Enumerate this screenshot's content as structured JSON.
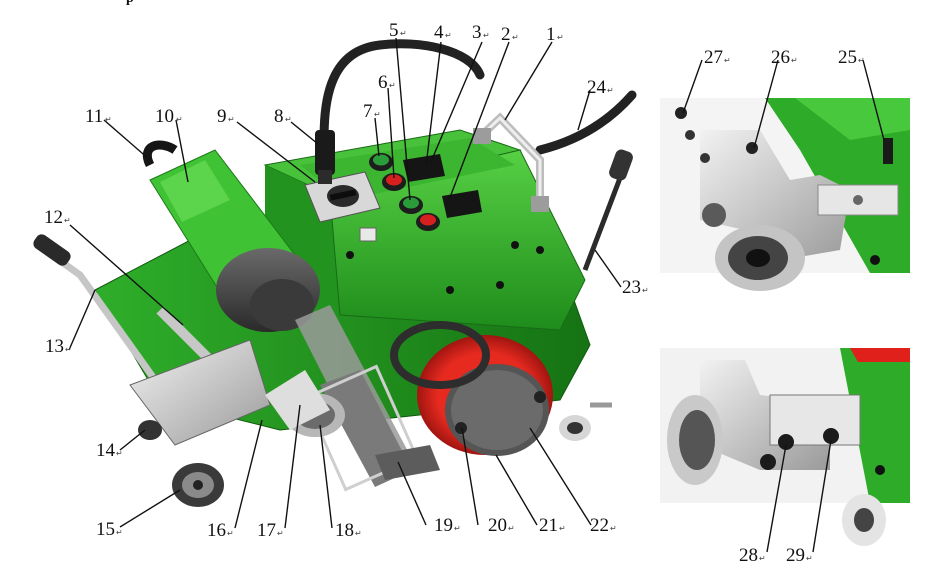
{
  "header": {
    "fragment": "p"
  },
  "callouts": {
    "c1": "1",
    "c2": "2",
    "c3": "3",
    "c4": "4",
    "c5": "5",
    "c6": "6",
    "c7": "7",
    "c8": "8",
    "c9": "9",
    "c10": "10",
    "c11": "11",
    "c12": "12",
    "c13": "13",
    "c14": "14",
    "c15": "15",
    "c16": "16",
    "c17": "17",
    "c18": "18",
    "c19": "19",
    "c20": "20",
    "c21": "21",
    "c22": "22",
    "c23": "23",
    "c24": "24",
    "c25": "25",
    "c26": "26",
    "c27": "27",
    "c28": "28",
    "c29": "29"
  },
  "paragraph_mark": "↵",
  "colors": {
    "body_green": "#2ea82b",
    "light_green": "#5fd24a",
    "dark_green": "#1b7a19",
    "roller_red": "#e0201b",
    "metal": "#c9c9c9",
    "dark_metal": "#4a4a4a",
    "cable": "#222222"
  }
}
